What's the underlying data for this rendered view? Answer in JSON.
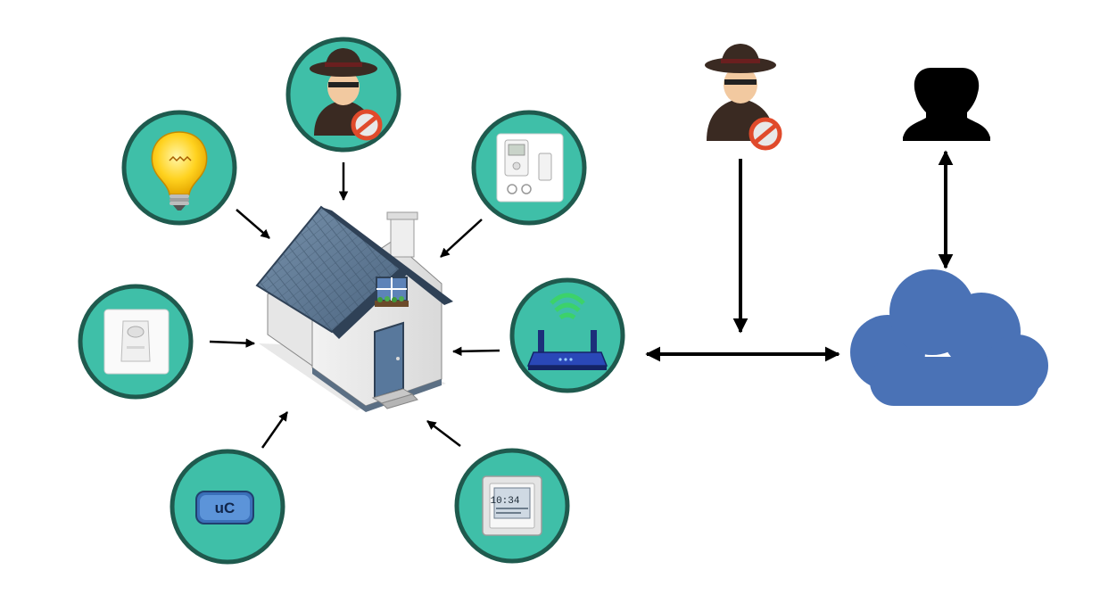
{
  "diagram": {
    "nodes": [
      {
        "id": "attacker-local",
        "icon": "attacker-icon"
      },
      {
        "id": "light-bulb",
        "icon": "light-bulb-icon"
      },
      {
        "id": "thermostat",
        "icon": "thermostat-icon"
      },
      {
        "id": "motion-sensor",
        "icon": "motion-sensor-icon"
      },
      {
        "id": "router",
        "icon": "wifi-router-icon"
      },
      {
        "id": "microcontroller",
        "icon": "microcontroller-icon",
        "label": "uC"
      },
      {
        "id": "smart-panel",
        "icon": "smart-panel-icon",
        "display": "10:34"
      },
      {
        "id": "house",
        "icon": "house-icon"
      },
      {
        "id": "attacker-remote",
        "icon": "attacker-icon"
      },
      {
        "id": "user",
        "icon": "user-silhouette-icon"
      },
      {
        "id": "cloud",
        "icon": "cloud-icon"
      }
    ],
    "edges": [
      {
        "from": "attacker-local",
        "to": "house"
      },
      {
        "from": "light-bulb",
        "to": "house"
      },
      {
        "from": "thermostat",
        "to": "house"
      },
      {
        "from": "motion-sensor",
        "to": "house"
      },
      {
        "from": "router",
        "to": "house"
      },
      {
        "from": "microcontroller",
        "to": "house"
      },
      {
        "from": "smart-panel",
        "to": "house"
      },
      {
        "from": "router",
        "to": "cloud",
        "bidirectional": true
      },
      {
        "from": "attacker-remote",
        "to": "router-cloud-link"
      },
      {
        "from": "user",
        "to": "cloud",
        "bidirectional": true
      }
    ],
    "colors": {
      "circle_fill": "#3fbfa8",
      "circle_stroke": "#1f5a4e",
      "cloud": "#4a72b6",
      "roof": "#5b7590",
      "arrow": "#000000"
    }
  }
}
